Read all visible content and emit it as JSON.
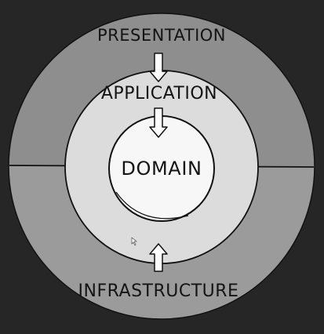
{
  "diagram": {
    "layers": {
      "presentation": "Presentation",
      "application": "Application",
      "domain": "Domain",
      "infrastructure": "Infrastructure"
    },
    "colors": {
      "background": "#262626",
      "outer_ring_top": "#8e8e8e",
      "outer_ring_bottom": "#9b9b9b",
      "middle_ring": "#dcdcdc",
      "core": "#f7f7f7",
      "outline": "#111111",
      "arrow_fill": "#ffffff"
    },
    "arrows": [
      {
        "from": "presentation",
        "to": "application",
        "direction": "down"
      },
      {
        "from": "application",
        "to": "domain",
        "direction": "down"
      },
      {
        "from": "infrastructure",
        "to": "application",
        "direction": "up"
      }
    ]
  }
}
